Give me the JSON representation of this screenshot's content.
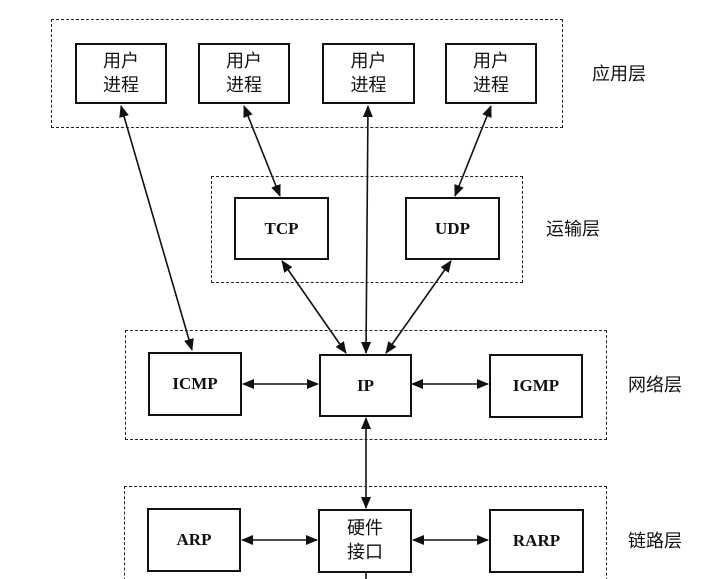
{
  "layers": {
    "application": "应用层",
    "transport": "运输层",
    "network": "网络层",
    "link": "链路层"
  },
  "nodes": {
    "user_process_1": "用户\n进程",
    "user_process_2": "用户\n进程",
    "user_process_3": "用户\n进程",
    "user_process_4": "用户\n进程",
    "tcp": "TCP",
    "udp": "UDP",
    "icmp": "ICMP",
    "ip": "IP",
    "igmp": "IGMP",
    "arp": "ARP",
    "hardware_interface": "硬件\n接口",
    "rarp": "RARP"
  }
}
